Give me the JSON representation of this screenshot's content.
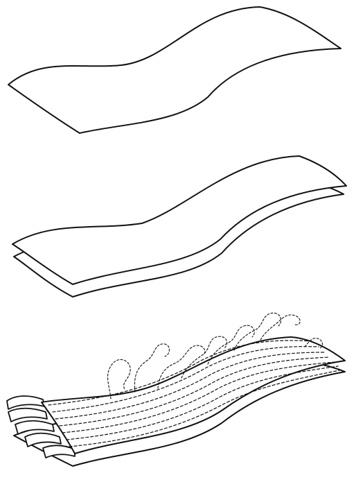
{
  "figure": {
    "panels": [
      {
        "id": "single-sheet",
        "layers": 1
      },
      {
        "id": "double-sheet",
        "layers": 2
      },
      {
        "id": "fibered-sheet",
        "layers": 2,
        "fibers": true
      }
    ],
    "colors": {
      "ink": "#111111",
      "paper": "#ffffff"
    }
  }
}
